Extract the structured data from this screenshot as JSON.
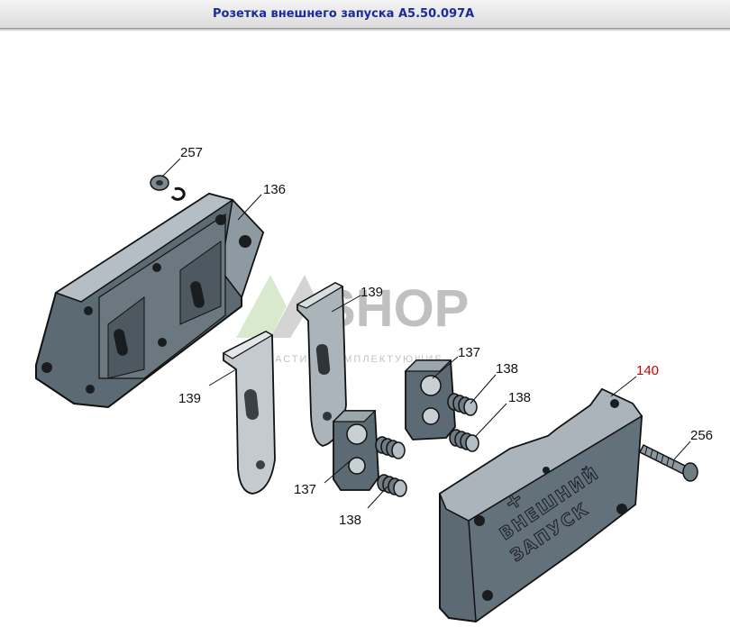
{
  "window": {
    "title": "Розетка внешнего запуска А5.50.097А"
  },
  "watermark": {
    "brand": "SHOP",
    "tagline": "ЗАПЧАСТИ И КОМПЛЕКТУЮЩИЕ"
  },
  "plate_marking": {
    "plus": "+",
    "line1": "ВНЕШНИЙ",
    "line2": "ЗАПУСК"
  },
  "callouts": {
    "c257": "257",
    "c136": "136",
    "c139a": "139",
    "c139b": "139",
    "c137a": "137",
    "c137b": "137",
    "c138a": "138",
    "c138b": "138",
    "c138c": "138",
    "c140": "140",
    "c256": "256"
  },
  "colors": {
    "part_face": "#5c6a74",
    "part_top": "#8e9aa2",
    "part_light": "#b5bec4",
    "outline": "#111111",
    "highlight_callout": "#cc0000"
  }
}
